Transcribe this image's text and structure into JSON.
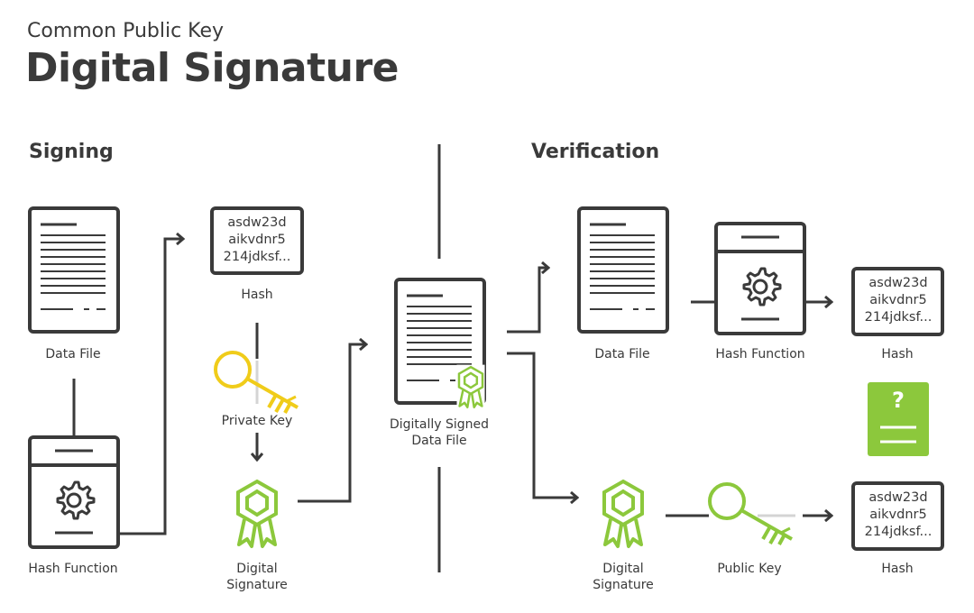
{
  "header": {
    "subtitle": "Common Public Key",
    "title": "Digital Signature"
  },
  "sections": {
    "signing": "Signing",
    "verification": "Verification"
  },
  "signing": {
    "data_file": "Data File",
    "hash_function": "Hash Function",
    "hash": {
      "lines": [
        "asdw23d",
        "aikvdnr5",
        "214jdksf..."
      ],
      "label": "Hash"
    },
    "private_key": "Private Key",
    "digital_signature": [
      "Digital",
      "Signature"
    ]
  },
  "center": {
    "signed_file": [
      "Digitally Signed",
      "Data File"
    ]
  },
  "verification": {
    "data_file": "Data File",
    "hash_function": "Hash Function",
    "hash_top": {
      "lines": [
        "asdw23d",
        "aikvdnr5",
        "214jdksf..."
      ],
      "label": "Hash"
    },
    "compare_symbol": "?",
    "digital_signature": [
      "Digital",
      "Signature"
    ],
    "public_key": "Public Key",
    "hash_bottom": {
      "lines": [
        "asdw23d",
        "aikvdnr5",
        "214jdksf..."
      ],
      "label": "Hash"
    }
  },
  "colors": {
    "ink": "#3a3a3a",
    "green": "#8cc83c",
    "yellow": "#f0cc1a"
  },
  "icons": [
    "document-icon",
    "gear-icon",
    "key-icon",
    "ribbon-badge-icon",
    "question-icon"
  ]
}
